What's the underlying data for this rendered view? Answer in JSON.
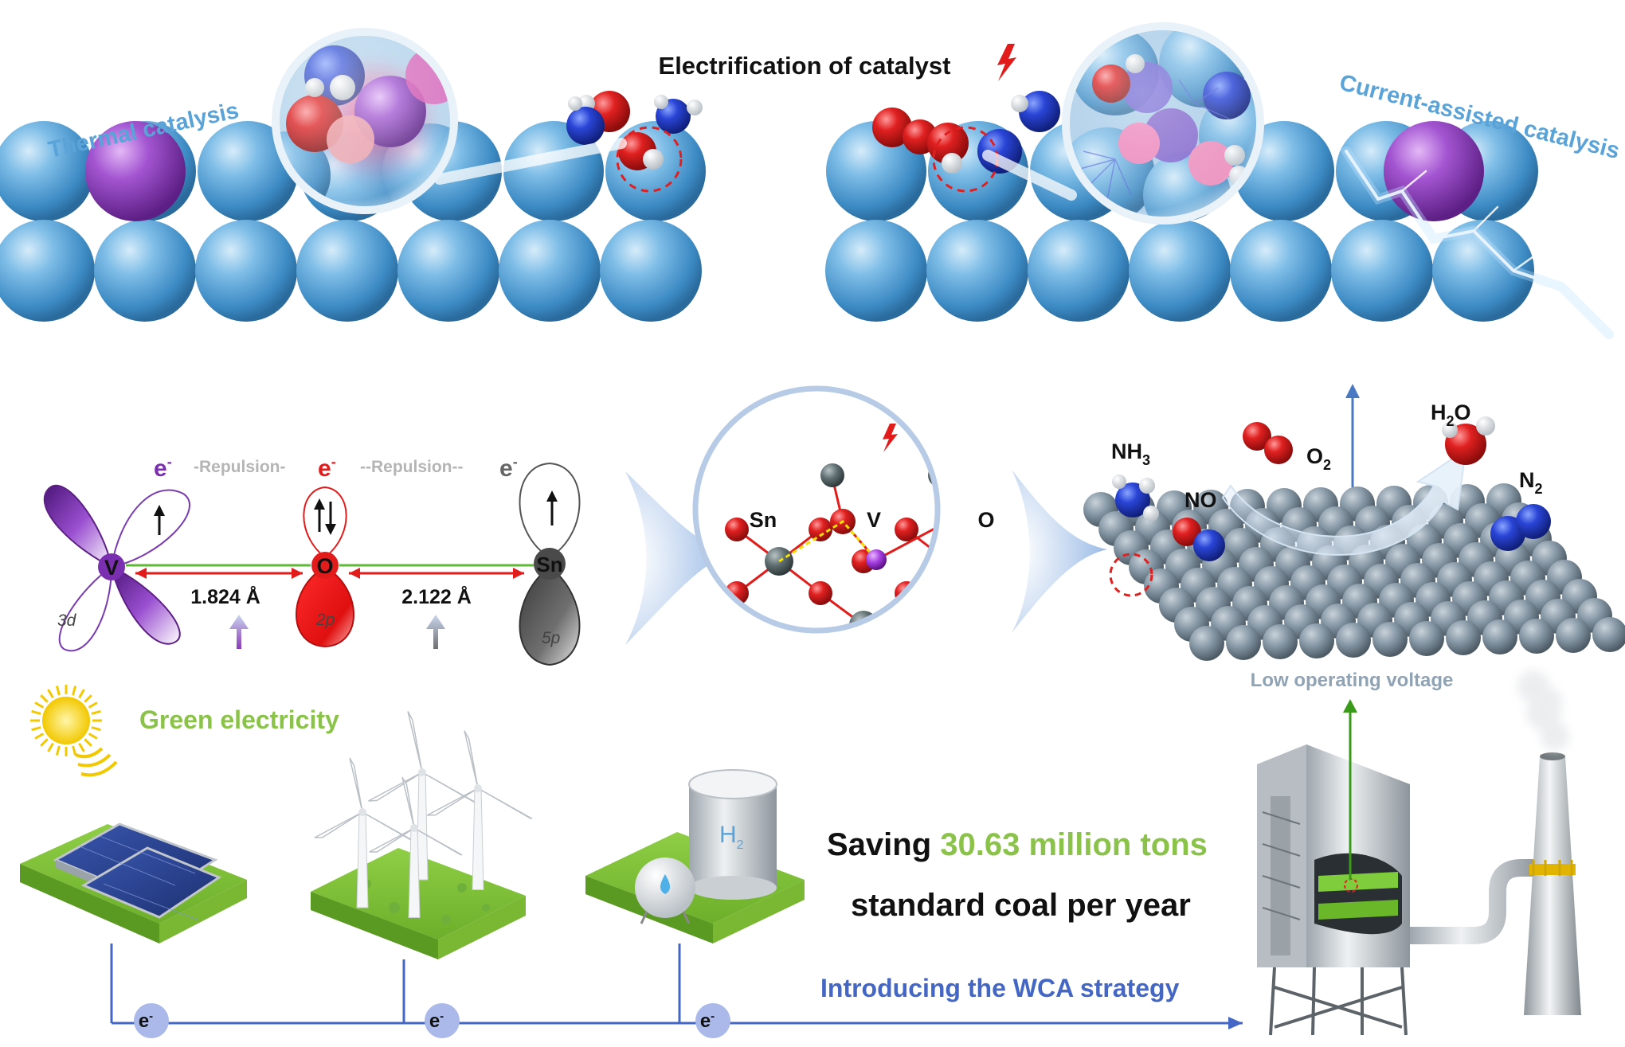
{
  "banner": {
    "title": "Electrification of catalyst",
    "left_label": "Thermal catalysis",
    "right_label": "Current-assisted catalysis"
  },
  "orbitals": {
    "electron": "e",
    "electron_sup": "-",
    "repulsion_left": "-Repulsion-",
    "repulsion_right": "--Repulsion--",
    "atom_v": "V",
    "atom_o": "O",
    "atom_sn": "Sn",
    "orbital_v": "3d",
    "orbital_o": "2p",
    "orbital_sn": "5p",
    "bond_v_o": "1.824 Å",
    "bond_o_sn": "2.122 Å"
  },
  "lattice": {
    "label_sn": "Sn",
    "label_v": "V",
    "label_o": "O"
  },
  "reaction": {
    "nh3": "NH",
    "nh3_sub": "3",
    "o2": "O",
    "o2_sub": "2",
    "no": "NO",
    "h2o_h": "H",
    "h2o_sub": "2",
    "h2o_o": "O",
    "n2": "N",
    "n2_sub": "2",
    "voltage": "Low operating voltage"
  },
  "energy": {
    "green_label": "Green electricity",
    "tank_label": "H",
    "tank_sub": "2",
    "saving_prefix": "Saving ",
    "saving_amount": "30.63 million tons",
    "saving_line2": "standard coal per year",
    "strategy": "Introducing the WCA strategy",
    "node_label": "e",
    "node_sup": "-"
  },
  "colors": {
    "sphere_blue": "#4f9fd6",
    "vanadium_purple": "#8a3bb8",
    "oxygen_red": "#e21b1b",
    "tin_gray": "#59666a",
    "accent_green": "#8bc34a",
    "strategy_blue": "#4466c4",
    "voltage_gray": "#8fa3b5",
    "label_blue": "#5aa3d8"
  }
}
